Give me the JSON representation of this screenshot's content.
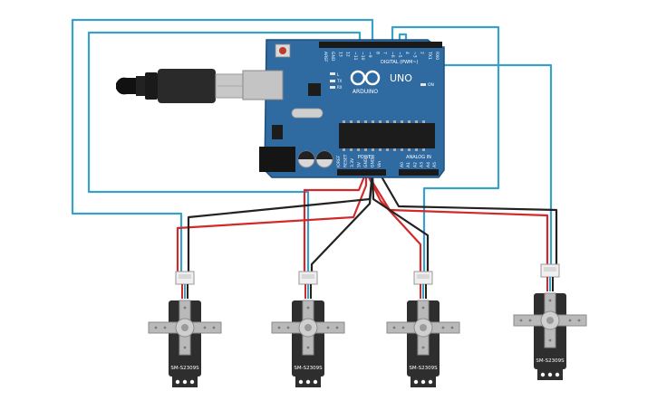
{
  "board": {
    "brand": "ARDUINO",
    "model": "UNO",
    "digital_label": "DIGITAL (PWM~)",
    "power_label": "POWER",
    "analog_label": "ANALOG IN",
    "on_label": "ON",
    "tx_label": "TX",
    "rx_label": "RX",
    "l_label": "L",
    "digital_pins": [
      "AREF",
      "GND",
      "13",
      "12",
      "~11",
      "~10",
      "~9",
      "8",
      "7",
      "~6",
      "~5",
      "4",
      "~3",
      "2",
      "TX1",
      "RX0"
    ],
    "power_pins": [
      "IOREF",
      "RESET",
      "3.3V",
      "5V",
      "GND",
      "GND",
      "Vin"
    ],
    "analog_pins": [
      "A0",
      "A1",
      "A2",
      "A3",
      "A4",
      "A5"
    ]
  },
  "servos": [
    {
      "model": "SM-S2309S"
    },
    {
      "model": "SM-S2309S"
    },
    {
      "model": "SM-S2309S"
    },
    {
      "model": "SM-S2309S"
    }
  ],
  "colors": {
    "board": "#2f6aa1",
    "board_edge": "#1d4f80",
    "wire_signal": "#3aa0c8",
    "wire_power": "#d22a2a",
    "wire_ground": "#222222",
    "servo_body": "#2e2e2e",
    "servo_horn": "#b9b9b9"
  },
  "icons": [
    "usb-cable-icon",
    "arduino-infinity-logo-icon"
  ]
}
